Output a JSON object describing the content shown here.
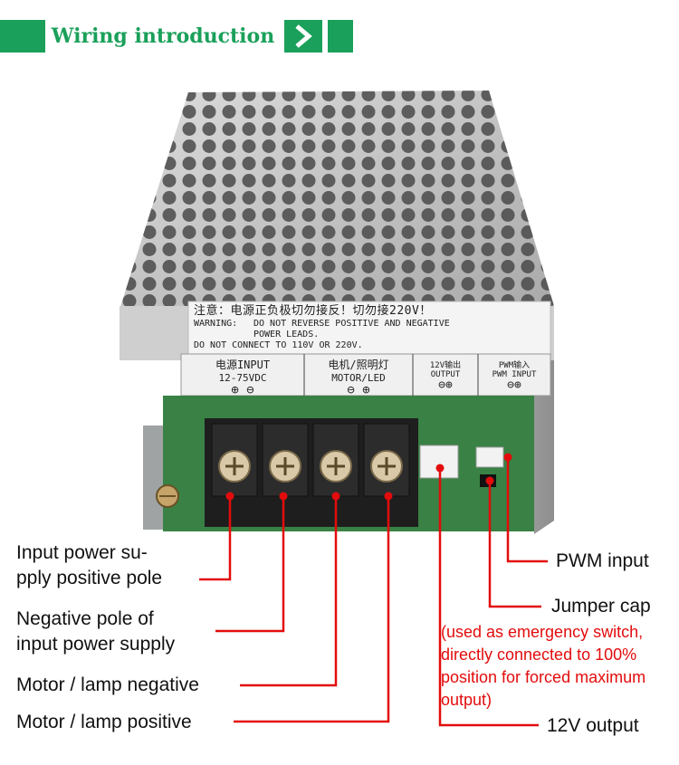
{
  "header": {
    "title": "Wiring introduction",
    "colors": {
      "accent": "#1aa05a",
      "callout": "#e30c0c"
    }
  },
  "device": {
    "warning_cn": "注意：电源正负极切勿接反！切勿接220V！",
    "warning_prefix": "WARNING:",
    "warning_line1": "DO NOT REVERSE POSITIVE AND NEGATIVE",
    "warning_line2": "POWER LEADS.",
    "warning_line3": "DO NOT CONNECT TO 110V OR 220V.",
    "terminals": [
      {
        "cn": "电源INPUT",
        "en": "12-75VDC",
        "signs": "⊕  ⊖"
      },
      {
        "cn": "电机/照明灯",
        "en": "MOTOR/LED",
        "signs": "⊖  ⊕"
      },
      {
        "cn": "12V输出",
        "en": "OUTPUT",
        "signs": "⊖⊕"
      },
      {
        "cn": "PWM输入",
        "en": "PWM INPUT",
        "signs": "⊖⊕"
      }
    ]
  },
  "callouts": {
    "input_pos_1": "Input power su-",
    "input_pos_2": "pply positive pole",
    "input_neg_1": "Negative pole of",
    "input_neg_2": "input power supply",
    "motor_neg": "Motor / lamp negative",
    "motor_pos": "Motor / lamp positive",
    "pwm_input": "PWM input",
    "jumper_cap": "Jumper cap",
    "jumper_note_1": "(used as emergency switch,",
    "jumper_note_2": "directly connected to 100%",
    "jumper_note_3": "position for forced maximum",
    "jumper_note_4": "output)",
    "output_12v": "12V output"
  }
}
